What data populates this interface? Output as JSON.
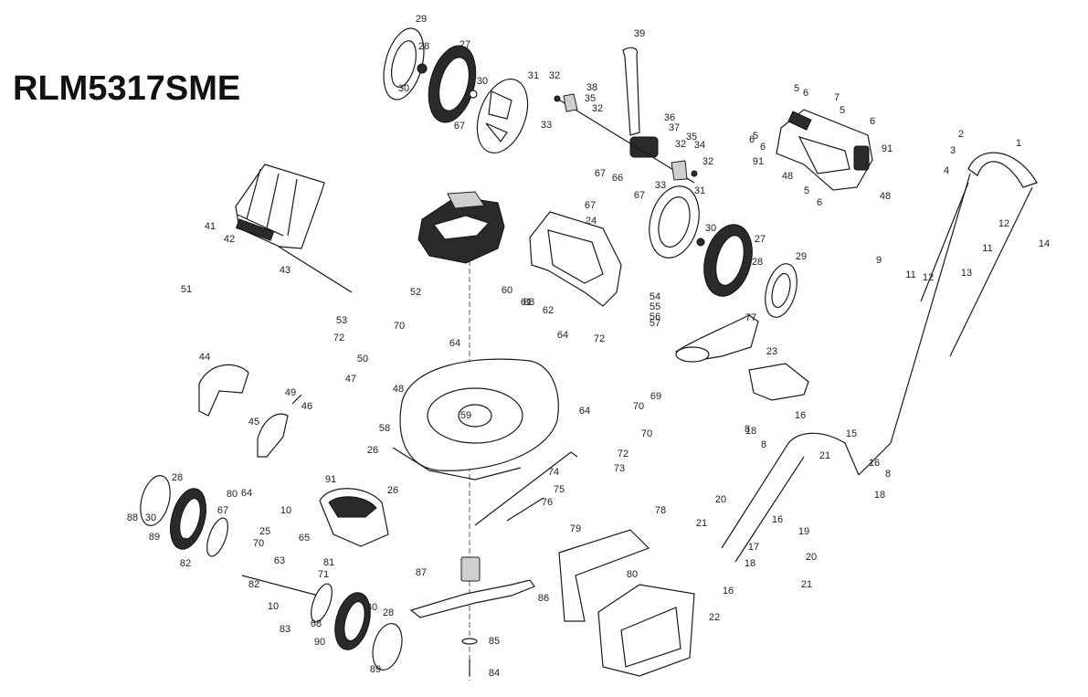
{
  "model": "RLM5317SME",
  "labels": [
    "1",
    "2",
    "3",
    "4",
    "5",
    "5",
    "5",
    "5",
    "6",
    "6",
    "6",
    "6",
    "6",
    "7",
    "8",
    "8",
    "8",
    "9",
    "10",
    "10",
    "11",
    "11",
    "12",
    "12",
    "13",
    "14",
    "15",
    "16",
    "16",
    "16",
    "16",
    "17",
    "18",
    "18",
    "18",
    "19",
    "20",
    "20",
    "21",
    "21",
    "21",
    "22",
    "23",
    "24",
    "25",
    "26",
    "26",
    "27",
    "27",
    "28",
    "28",
    "28",
    "28",
    "29",
    "29",
    "30",
    "30",
    "30",
    "30",
    "30",
    "30",
    "31",
    "31",
    "32",
    "32",
    "32",
    "32",
    "33",
    "33",
    "34",
    "35",
    "35",
    "36",
    "37",
    "38",
    "39",
    "41",
    "42",
    "43",
    "44",
    "45",
    "46",
    "47",
    "48",
    "48",
    "48",
    "49",
    "50",
    "51",
    "52",
    "53",
    "54",
    "55",
    "56",
    "57",
    "58",
    "59",
    "60",
    "61",
    "62",
    "63",
    "64",
    "64",
    "64",
    "64",
    "65",
    "66",
    "67",
    "67",
    "67",
    "67",
    "67",
    "68",
    "69",
    "70",
    "70",
    "70",
    "70",
    "71",
    "72",
    "72",
    "72",
    "73",
    "74",
    "75",
    "76",
    "77",
    "78",
    "79",
    "80",
    "80",
    "81",
    "82",
    "82",
    "83",
    "84",
    "85",
    "86",
    "87",
    "88",
    "88",
    "89",
    "89",
    "90",
    "91",
    "91",
    "91"
  ]
}
